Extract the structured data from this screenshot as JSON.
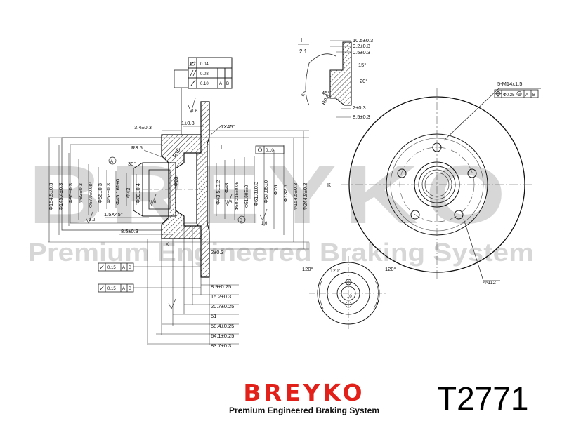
{
  "watermark": {
    "brand": "BREYKO",
    "tagline": "Premium Engineered Braking System"
  },
  "brand": {
    "logo_text": "BREYKO",
    "tagline": "Premium Engineered Braking System",
    "color": "#e3211b"
  },
  "part_number": "T2771",
  "tolerances": {
    "flatness": "0.04",
    "parallelism": "0.08",
    "runout": "0.10",
    "datum_a": "A",
    "datum_b": "B",
    "runout_a": "0.15",
    "runout_b": "0.15"
  },
  "detail": {
    "scale_label": "I",
    "scale": "2:1",
    "dims": [
      "10.5±0.3",
      "9.2±0.3",
      "0.5±0.3",
      "15°",
      "20°",
      "2±0.3",
      "8.5±0.3"
    ],
    "chamfer": "45°",
    "radius": "R0.8",
    "groove_label": "0.5"
  },
  "section": {
    "top_dims": [
      "3.4±0.3",
      "1±0.3",
      "1X45°"
    ],
    "labels": [
      "R3.5",
      "R15",
      "30°",
      "1.5X45°",
      "8.5±0.3",
      "2±0.3",
      "K",
      "A",
      "B",
      "I",
      "X"
    ],
    "concentricity": "0.10",
    "left_dims": [
      "Φ154.5±0.3",
      "Φ145.4±0.3",
      "Φ90±0.3",
      "Φ82±0.3",
      "Φ57.9±0.084",
      "Φ56±0.3",
      "Φ53±0.3",
      "Φ45.161±0",
      "Φ43",
      "Φ39±0.4",
      "Φ28"
    ],
    "right_dims": [
      "Φ43.5±0.2",
      "Φ48",
      "Φ50.215±0.05",
      "Φ51.995±0",
      "Φ61.8±0.3",
      "Φ67.05±0",
      "Φ76",
      "Φ132.5",
      "Φ154.5±0.3",
      "Φ244.8±0.3"
    ],
    "roughness": [
      "1.6",
      "3.2",
      "1.6",
      "1.6",
      "1.6"
    ],
    "bottom_dims": [
      "8.9±0.25",
      "15.2±0.3",
      "20.7±0.25",
      "51",
      "58.4±0.25",
      "64.1±0.25",
      "83.7±0.3"
    ]
  },
  "front": {
    "bolt_callout": "5-M14x1.5",
    "position_tol": "Φ0.25",
    "modifier": "M",
    "pcd": "Φ112",
    "angle_left": "120°",
    "angle_right": "120°",
    "label_k": "K"
  },
  "small_view": {
    "angle": "120°",
    "dim": "10"
  }
}
